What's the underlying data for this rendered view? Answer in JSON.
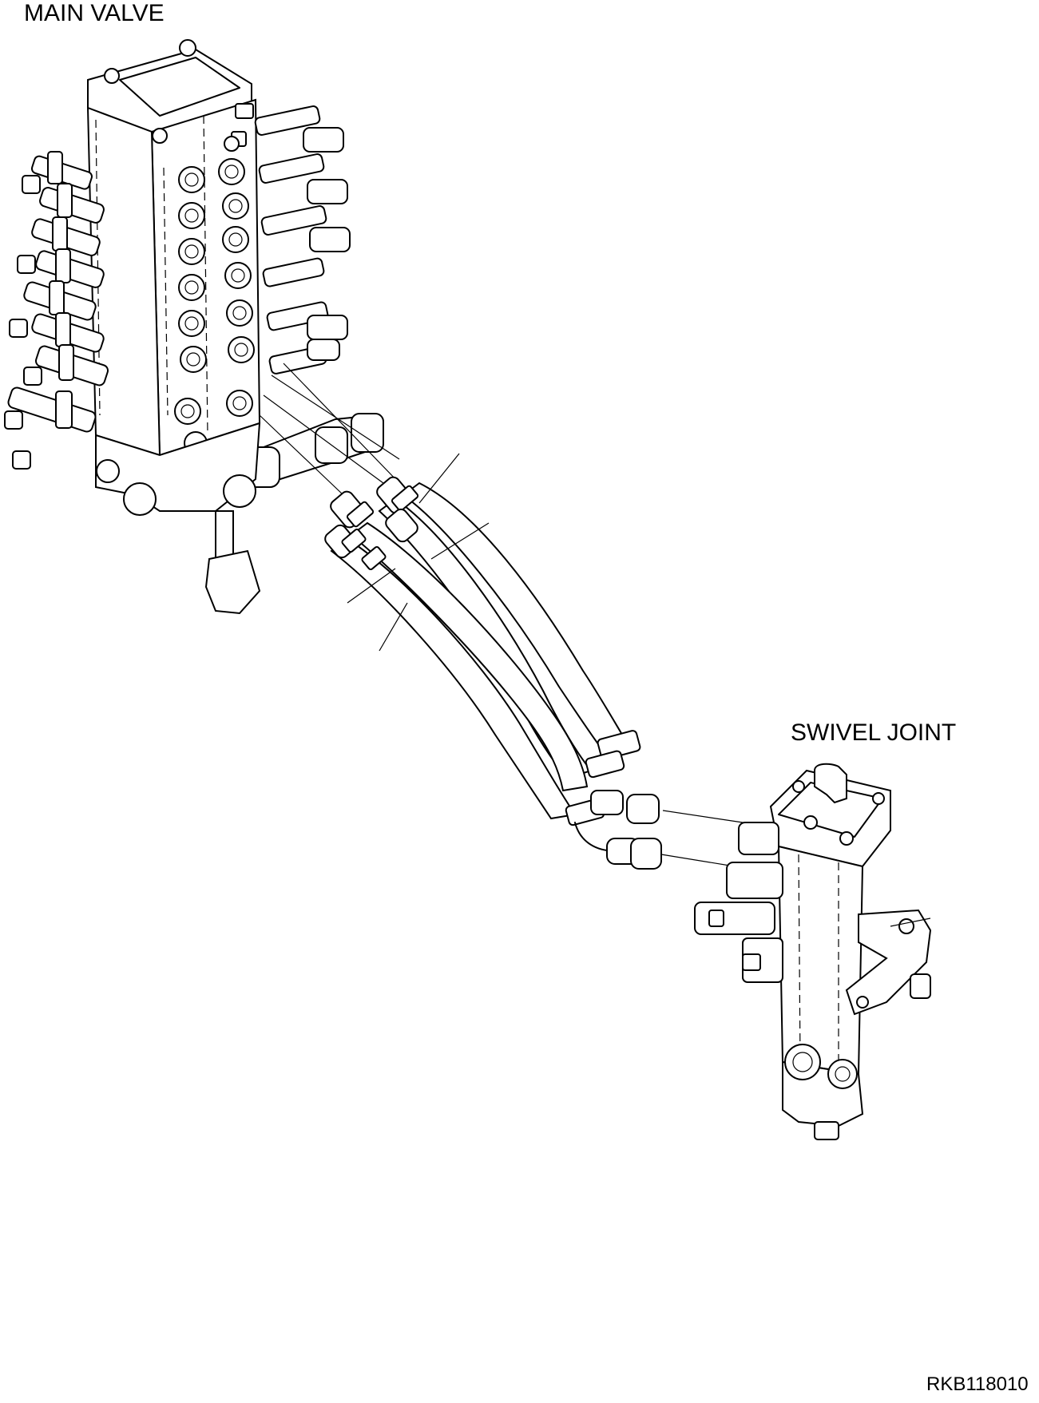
{
  "labels": {
    "main_valve": "MAIN VALVE",
    "swivel_joint": "SWIVEL JOINT",
    "drawing_code": "RKB118010"
  },
  "colors": {
    "line": "#000000",
    "background": "#ffffff"
  }
}
